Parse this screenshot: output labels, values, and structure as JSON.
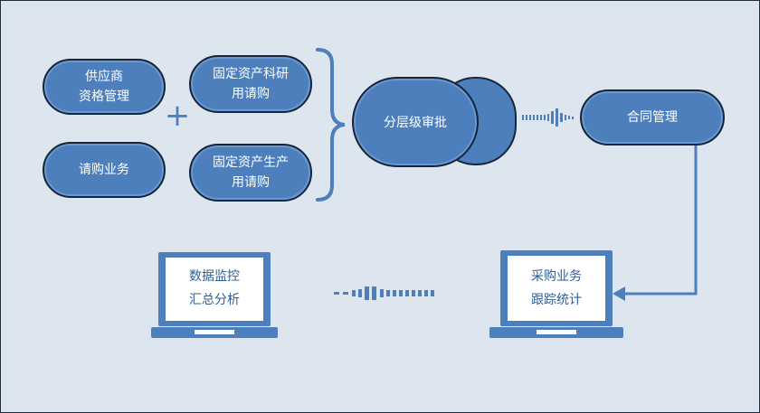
{
  "inputs": {
    "supplier": [
      "供应商",
      "资格管理"
    ],
    "fixed_asset_rd": [
      "固定资产科研",
      "用请购"
    ],
    "purchase_request": [
      "请购业务"
    ],
    "fixed_asset_production": [
      "固定资产生产",
      "用请购"
    ]
  },
  "approval": "分层级审批",
  "contract": "合同管理",
  "monitor": [
    "数据监控",
    "汇总分析"
  ],
  "tracking": [
    "采购业务",
    "跟踪统计"
  ],
  "colors": {
    "background": "#dde6ef",
    "node_fill": "#4d7fbd",
    "node_border": "#16263a",
    "accent": "#4d7fbd",
    "label_text": "#2f5d94"
  }
}
